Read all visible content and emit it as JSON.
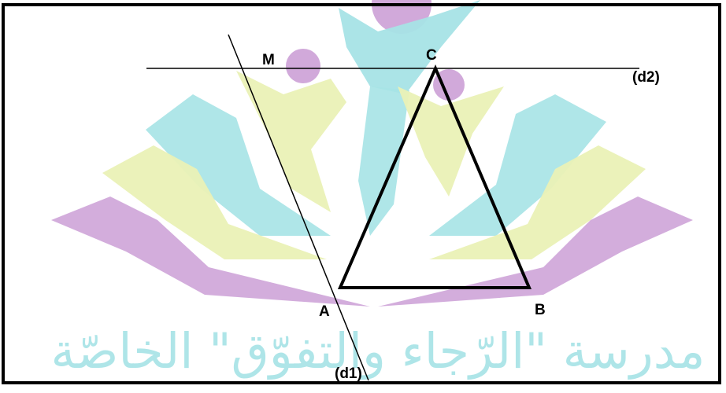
{
  "figure": {
    "points": {
      "M": "M",
      "C": "C",
      "A": "A",
      "B": "B"
    },
    "lines": {
      "d1": "(d1)",
      "d2": "(d2)"
    }
  },
  "watermark": {
    "school_name": "مدرسة \"الرّجاء والتفوّق\" الخاصّة",
    "colors": {
      "purple": "#c9a0d4",
      "cyan": "#9fdfe2",
      "yellow": "#e9f0b0"
    }
  },
  "colors": {
    "stroke": "#000000",
    "background": "#ffffff"
  }
}
